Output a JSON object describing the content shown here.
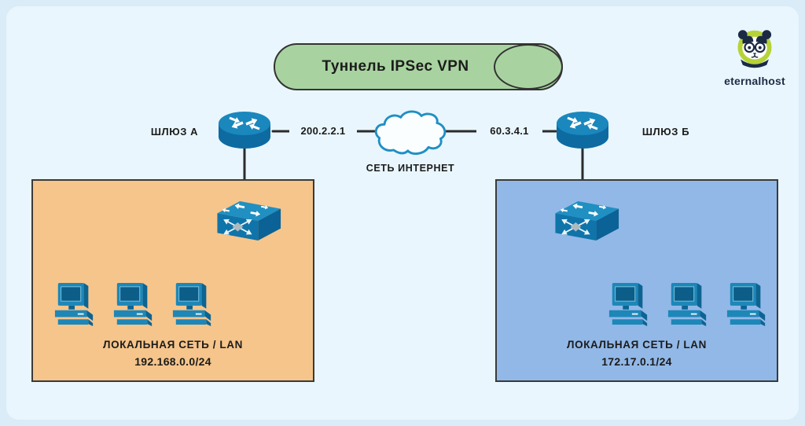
{
  "diagram_title": "IPSec VPN tunnel network diagram",
  "tunnel": {
    "label": "Туннель IPSec VPN"
  },
  "internet": {
    "label": "СЕТЬ ИНТЕРНЕТ"
  },
  "gateway_a": {
    "label": "ШЛЮЗ А",
    "ip": "200.2.2.1"
  },
  "gateway_b": {
    "label": "ШЛЮЗ Б",
    "ip": "60.3.4.1"
  },
  "lan_a": {
    "label": "ЛОКАЛЬНАЯ СЕТЬ / LAN",
    "subnet": "192.168.0.0/24",
    "computers": 3
  },
  "lan_b": {
    "label": "ЛОКАЛЬНАЯ СЕТЬ / LAN",
    "subnet": "172.17.0.1/24",
    "computers": 3
  },
  "brand": {
    "name": "eternalhost"
  },
  "icons": {
    "router": "router-icon",
    "switch": "switch-icon",
    "computer": "computer-icon",
    "cloud": "internet-cloud-icon",
    "logo": "panda-logo-icon"
  },
  "colors": {
    "page_bg": "#d9ecf8",
    "card_bg": "#e9f6fd",
    "tunnel_fill": "#a8d3a0",
    "tunnel_border": "#333333",
    "lan_a_fill": "#f6c58b",
    "lan_b_fill": "#92b8e7",
    "box_border": "#3a3a3a",
    "wire": "#2b2b2b",
    "cloud_stroke": "#1f8fc4",
    "device_blue": "#1d87b8",
    "device_blue_dark": "#0d6492",
    "logo_green": "#b5d336",
    "text": "#1b1b1b"
  }
}
